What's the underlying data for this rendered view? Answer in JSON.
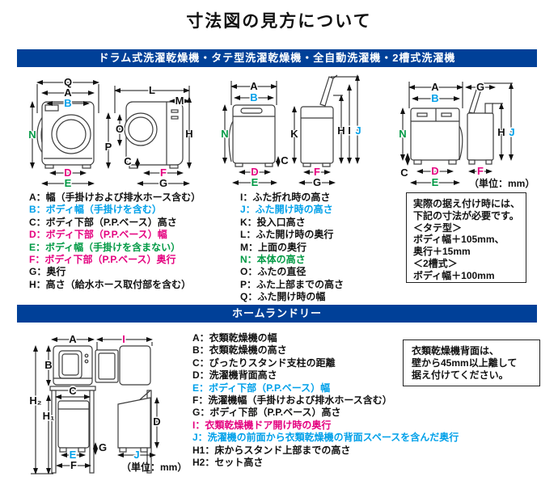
{
  "page": {
    "title": "寸法図の見方について",
    "unit_label": "（単位：mm）"
  },
  "colors": {
    "header_bar": "#004098",
    "black": "#111111",
    "cyan": "#00a0e9",
    "green": "#009944",
    "magenta": "#e4007f"
  },
  "section1": {
    "header": "ドラム式洗濯乾燥機・タテ型洗濯乾燥機・全自動洗濯機・2槽式洗濯機",
    "legend_left": [
      {
        "text": "A：幅（手掛けおよび排水ホース含む）",
        "color": "#111111"
      },
      {
        "text": "B：ボディ幅（手掛けを含む）",
        "color": "#00a0e9"
      },
      {
        "text": "C：ボディ下部（P.P.ベース）高さ",
        "color": "#111111"
      },
      {
        "text": "D：ボディ下部（P.P.ベース）幅",
        "color": "#e4007f"
      },
      {
        "text": "E：ボディ幅（手掛けを含まない）",
        "color": "#009944"
      },
      {
        "text": "F：ボディ下部（P.P.ベース）奥行",
        "color": "#e4007f"
      },
      {
        "text": "G：奥行",
        "color": "#111111"
      },
      {
        "text": "H：高さ（給水ホース取付部を含む）",
        "color": "#111111"
      }
    ],
    "legend_right": [
      {
        "text": "I：ふた折れ時の高さ",
        "color": "#111111"
      },
      {
        "text": "J：ふた開け時の高さ",
        "color": "#00a0e9"
      },
      {
        "text": "K：投入口高さ",
        "color": "#111111"
      },
      {
        "text": "L：ふた開け時の奥行",
        "color": "#111111"
      },
      {
        "text": "M：上面の奥行",
        "color": "#111111"
      },
      {
        "text": "N：本体の高さ",
        "color": "#009944"
      },
      {
        "text": "O：ふたの直径",
        "color": "#111111"
      },
      {
        "text": "P：ふた上部までの高さ",
        "color": "#111111"
      },
      {
        "text": "Q：ふた開け時の幅",
        "color": "#111111"
      }
    ],
    "note_lines": [
      "実際の据え付け時には、",
      "下記の寸法が必要です。",
      "＜タテ型＞",
      "ボディ幅＋105mm、",
      "奥行＋15mm",
      "＜2槽式＞",
      "ボディ幅＋100mm"
    ]
  },
  "section2": {
    "header": "ホームランドリー",
    "legend": [
      {
        "text": "A：衣類乾燥機の幅",
        "color": "#111111"
      },
      {
        "text": "B：衣類乾燥機の高さ",
        "color": "#111111"
      },
      {
        "text": "C：ぴったりスタンド支柱の距離",
        "color": "#111111"
      },
      {
        "text": "D：洗濯機背面高さ",
        "color": "#111111"
      },
      {
        "text": "E：ボディ下部（P.P.ベース）幅",
        "color": "#00a0e9"
      },
      {
        "text": "F：洗濯機幅（手掛けおよび排水ホース含む）",
        "color": "#111111"
      },
      {
        "text": "G：ボディ下部（P.P.ベース）高さ",
        "color": "#111111"
      },
      {
        "text": "I：衣類乾燥機ドア開け時の奥行",
        "color": "#e4007f"
      },
      {
        "text": "J：洗濯機の前面から衣類乾燥機の背面スペースを含んだ奥行",
        "color": "#00a0e9"
      },
      {
        "text": "H1：床からスタンド上部までの高さ",
        "color": "#111111"
      },
      {
        "text": "H2：セット高さ",
        "color": "#111111"
      }
    ],
    "note_lines": [
      "衣類乾燥機背面は、",
      "壁から45mm以上離して",
      "据え付けてください。"
    ]
  },
  "diagram_labels": {
    "drum_front": [
      {
        "t": "Q",
        "c": "#111111"
      },
      {
        "t": "A",
        "c": "#111111"
      },
      {
        "t": "B",
        "c": "#00a0e9"
      },
      {
        "t": "N",
        "c": "#009944"
      },
      {
        "t": "D",
        "c": "#e4007f"
      },
      {
        "t": "E",
        "c": "#009944"
      }
    ],
    "drum_side": [
      {
        "t": "L",
        "c": "#111111"
      },
      {
        "t": "M",
        "c": "#111111"
      },
      {
        "t": "O",
        "c": "#111111"
      },
      {
        "t": "P",
        "c": "#111111"
      },
      {
        "t": "H",
        "c": "#111111"
      },
      {
        "t": "C",
        "c": "#111111"
      },
      {
        "t": "F",
        "c": "#e4007f"
      },
      {
        "t": "G",
        "c": "#111111"
      }
    ],
    "vertical_front": [
      {
        "t": "A",
        "c": "#111111"
      },
      {
        "t": "B",
        "c": "#00a0e9"
      },
      {
        "t": "N",
        "c": "#009944"
      },
      {
        "t": "C",
        "c": "#111111"
      },
      {
        "t": "D",
        "c": "#e4007f"
      },
      {
        "t": "E",
        "c": "#009944"
      }
    ],
    "vertical_side": [
      {
        "t": "K",
        "c": "#111111"
      },
      {
        "t": "H",
        "c": "#111111"
      },
      {
        "t": "I",
        "c": "#111111"
      },
      {
        "t": "J",
        "c": "#00a0e9"
      },
      {
        "t": "F",
        "c": "#e4007f"
      },
      {
        "t": "G",
        "c": "#111111"
      }
    ],
    "twin_front": [
      {
        "t": "A",
        "c": "#111111"
      },
      {
        "t": "B",
        "c": "#00a0e9"
      },
      {
        "t": "N",
        "c": "#009944"
      },
      {
        "t": "C",
        "c": "#111111"
      },
      {
        "t": "D",
        "c": "#e4007f"
      },
      {
        "t": "E",
        "c": "#009944"
      }
    ],
    "twin_side": [
      {
        "t": "G",
        "c": "#111111"
      },
      {
        "t": "H",
        "c": "#111111"
      },
      {
        "t": "J",
        "c": "#00a0e9"
      },
      {
        "t": "F",
        "c": "#e4007f"
      }
    ],
    "laundry_front": [
      {
        "t": "A",
        "c": "#111111"
      },
      {
        "t": "B",
        "c": "#111111"
      },
      {
        "t": "H₂",
        "c": "#111111"
      },
      {
        "t": "H₁",
        "c": "#111111"
      },
      {
        "t": "C",
        "c": "#111111"
      },
      {
        "t": "E",
        "c": "#00a0e9"
      },
      {
        "t": "F",
        "c": "#111111"
      },
      {
        "t": "G",
        "c": "#111111"
      }
    ],
    "laundry_side": [
      {
        "t": "I",
        "c": "#e4007f"
      },
      {
        "t": "D",
        "c": "#111111"
      },
      {
        "t": "J",
        "c": "#00a0e9"
      }
    ]
  }
}
